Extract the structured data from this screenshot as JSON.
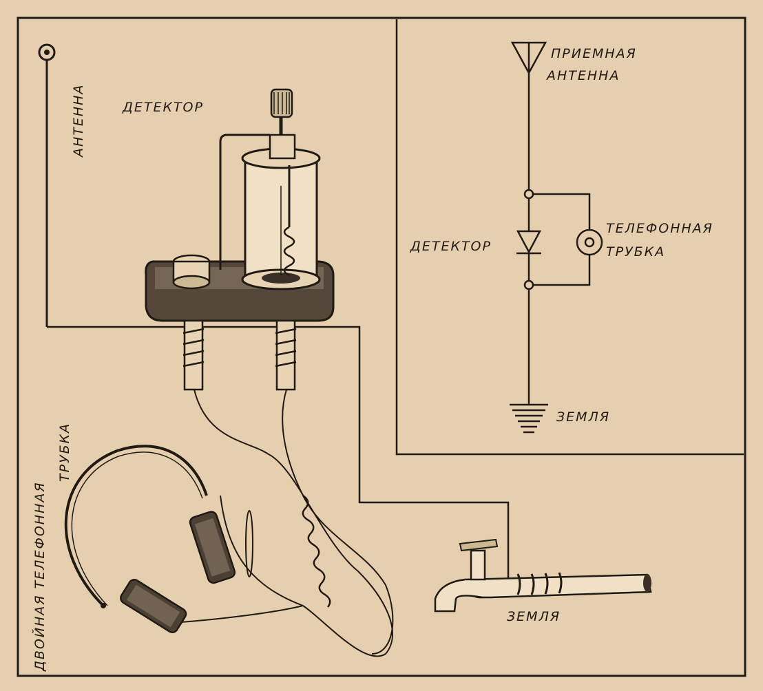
{
  "labels": {
    "antenna_vertical": "АНТЕННА",
    "detector_drawing": "ДЕТЕКТОР",
    "phones_vertical_line1": "ДВОЙНАЯ ТЕЛЕФОННАЯ",
    "phones_vertical_line2": "ТРУБКА",
    "earth_drawing": "ЗЕМЛЯ"
  },
  "schematic": {
    "antenna_line1": "ПРИЕМНАЯ",
    "antenna_line2": "АНТЕННА",
    "detector": "ДЕТЕКТОР",
    "phone_line1": "ТЕЛЕФОННАЯ",
    "phone_line2": "ТРУБКА",
    "earth": "ЗЕМЛЯ"
  },
  "colors": {
    "paper": "#e6cfae",
    "ink": "#1f1a14"
  }
}
